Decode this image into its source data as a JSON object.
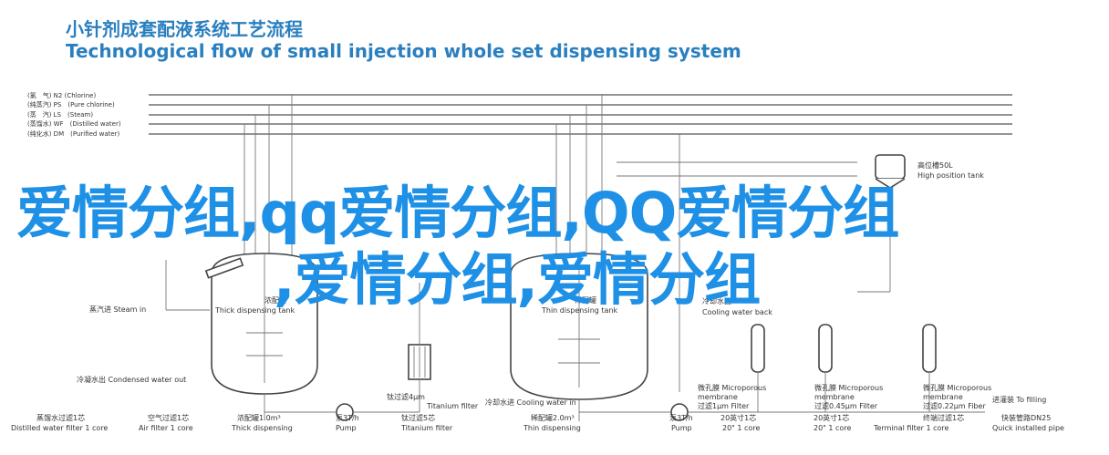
{
  "header": {
    "title_cn": "小针剂成套配液系统工艺流程",
    "title_en": "Technological flow of small injection whole set dispensing system"
  },
  "overlay": {
    "line1": "爱情分组,qq爱情分组,QQ爱情分组",
    "line2": ",爱情分组,爱情分组"
  },
  "legend": [
    "(氯　气) N2 (Chlorine)",
    "(纯蒸汽) PS　(Pure chlorine)",
    "(蒸　汽) LS　(Steam)",
    "(蒸馏水) WF　(Distilled water)",
    "(纯化水) DM　(Purified water)"
  ],
  "labels": {
    "high_tank_cn": "高位槽50L",
    "high_tank_en": "High position tank",
    "steam_in": "蒸汽进 Steam in",
    "thick_tank_cn": "浓配罐",
    "thick_tank_en": "Thick dispensing tank",
    "thin_tank_cn": "稀配罐",
    "thin_tank_en": "Thin dispensing tank",
    "cooling_back_cn": "冷却水回",
    "cooling_back_en": "Cooling water back",
    "condensed_out": "冷凝水出 Condensed water out",
    "cooling_in": "冷却水进 Cooling water in",
    "to_filling": "进灌装 To filling",
    "ti_filter_1": "钛过滤4μm",
    "ti_filter_2": "Titanium filter",
    "micro_1a": "微孔膜 Microporous",
    "micro_1b": "membrane",
    "micro_1c": "过滤1μm Filter",
    "micro_2a": "微孔膜 Microporous",
    "micro_2b": "membrane",
    "micro_2c": "过滤0.45μm Filter",
    "micro_3a": "微孔膜 Microporous",
    "micro_3b": "membrane",
    "micro_3c": "过滤0.22μm Fiber",
    "b1_cn": "蒸馏水过滤1芯",
    "b1_en": "Distilled water filter 1 core",
    "b2_cn": "空气过滤1芯",
    "b2_en": "Air filter 1 core",
    "b3_cn": "浓配罐1.0m³",
    "b3_en": "Thick dispensing",
    "b4_cn": "泵3T/h",
    "b4_en": "Pump",
    "b5_cn": "钛过滤5芯",
    "b5_en": "Titanium filter",
    "b6_cn": "稀配罐2.0m³",
    "b6_en": "Thin dispensing",
    "b7_cn": "泵3T/h",
    "b7_en": "Pump",
    "b8_cn": "20英寸1芯",
    "b8_en": "20\" 1 core",
    "b9_cn": "20英寸1芯",
    "b9_en": "20\" 1 core",
    "b10_cn": "终端过滤1芯",
    "b10_en": "Terminal filter 1 core",
    "b11_cn": "快装管路DN25",
    "b11_en": "Quick installed pipe"
  }
}
